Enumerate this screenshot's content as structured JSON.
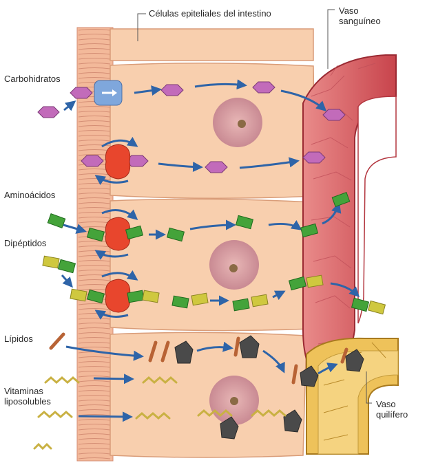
{
  "labels": {
    "epithelial_cells": "Células epiteliales del intestino",
    "blood_vessel": "Vaso\nsanguíneo",
    "carbohydrates": "Carbohidratos",
    "amino_acids": "Aminoácidos",
    "dipeptides": "Dipéptidos",
    "lipids": "Lípidos",
    "fat_soluble_vitamins": "Vitaminas\nliposolubles",
    "lymph_vessel": "Vaso\nquilífero"
  },
  "colors": {
    "cell_fill": "#f7c9a4",
    "cell_edge": "#d99c78",
    "nucleus": "#cf8f95",
    "blood_vessel": "#d9545a",
    "lymph_vessel": "#e9b84a",
    "carbohydrate": "#c06ab8",
    "amino_acid": "#3f9e35",
    "dipeptide_partner": "#c8c23a",
    "transporter": "#e8462d",
    "glut_transporter": "#7fa7dc",
    "lipid": "#b86335",
    "vitamin": "#c9b143",
    "micelle": "#4a4a4a",
    "arrow": "#2e64a8"
  }
}
